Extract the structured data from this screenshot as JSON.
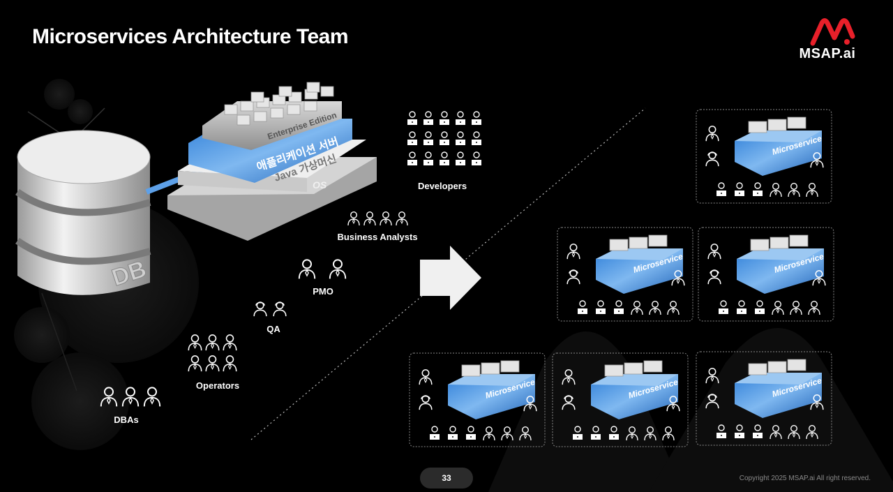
{
  "slide": {
    "title": "Microservices Architecture Team",
    "page_number": "33",
    "copyright": "Copyright 2025 MSAP.ai All right reserved."
  },
  "logo": {
    "text": "MSAP.ai",
    "brand_color": "#e8202a"
  },
  "monolith": {
    "db_label": "DB",
    "layers": [
      "OS",
      "Java 가상머신",
      "애플리케이션 서버",
      "Enterprise Edition"
    ]
  },
  "roles": {
    "developers": "Developers",
    "business_analysts": "Business Analysts",
    "pmo": "PMO",
    "qa": "QA",
    "operators": "Operators",
    "dbas": "DBAs"
  },
  "microservice": {
    "label": "Microservice"
  },
  "colors": {
    "background": "#000000",
    "microservice_blue": "#2f7fd8",
    "panel_border": "#8a8a8a",
    "stone": "#cfcfcf"
  }
}
